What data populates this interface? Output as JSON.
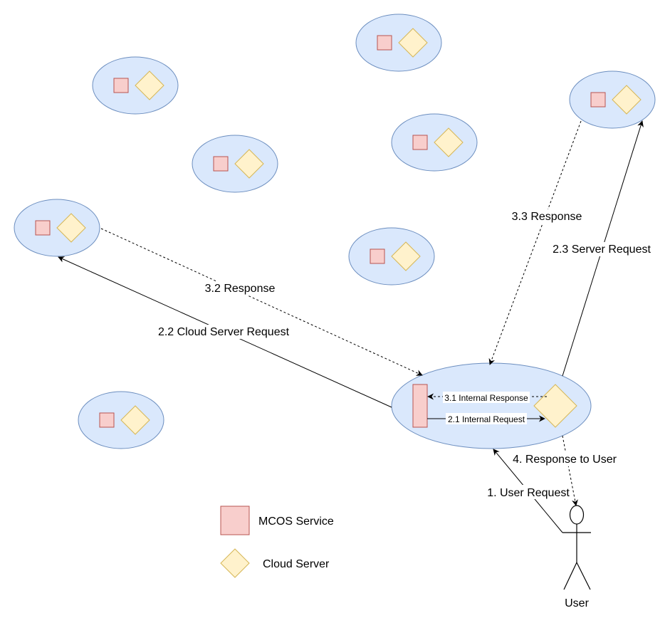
{
  "labels": {
    "user_request": "1. User Request",
    "internal_request": "2.1 Internal Request",
    "cloud_server_request": "2.2 Cloud Server Request",
    "server_request": "2.3 Server Request",
    "internal_response": "3.1 Internal Response",
    "response_32": "3.2 Response",
    "response_33": "3.3 Response",
    "response_to_user": "4. Response to User"
  },
  "actor": {
    "label": "User"
  },
  "legend": {
    "service_label": "MCOS Service",
    "server_label": "Cloud Server"
  },
  "colors": {
    "node_fill": "#dae8fc",
    "node_stroke": "#6c8ebf",
    "service_fill": "#f8cecc",
    "service_stroke": "#b85450",
    "server_fill": "#fff2cc",
    "server_stroke": "#d6b656"
  }
}
